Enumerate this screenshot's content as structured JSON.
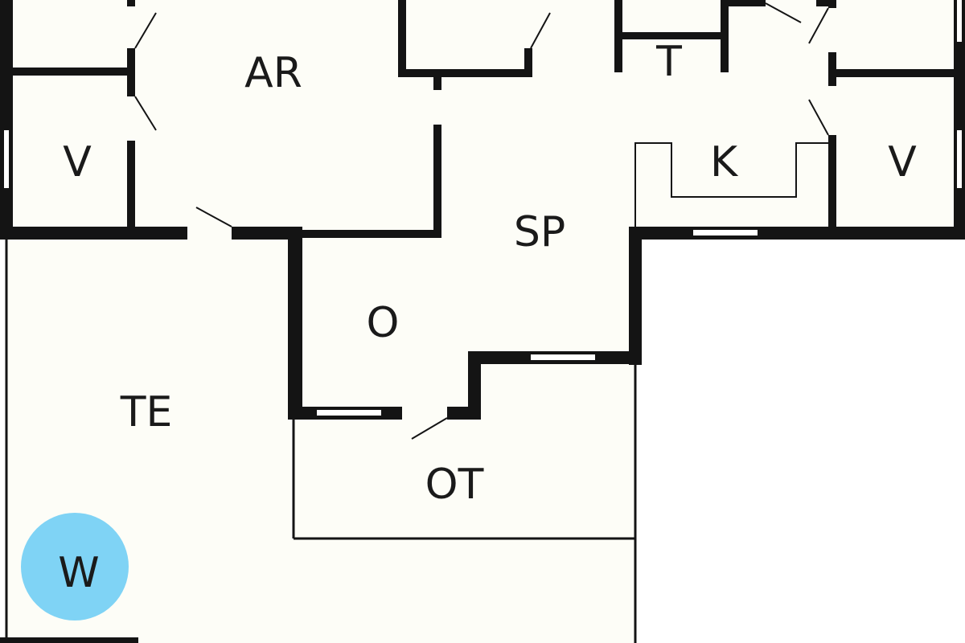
{
  "floor_plan": {
    "rooms": [
      {
        "id": "ar",
        "label": "AR"
      },
      {
        "id": "v-left",
        "label": "V"
      },
      {
        "id": "t",
        "label": "T"
      },
      {
        "id": "k",
        "label": "K"
      },
      {
        "id": "v-right",
        "label": "V"
      },
      {
        "id": "sp",
        "label": "SP"
      },
      {
        "id": "o",
        "label": "O"
      },
      {
        "id": "te",
        "label": "TE"
      },
      {
        "id": "ot",
        "label": "OT"
      }
    ],
    "badge": {
      "label": "W",
      "color": "#7fd3f5"
    },
    "colors": {
      "floor": "#fdfdf7",
      "outside": "#ffffff",
      "wall": "#141414"
    }
  }
}
